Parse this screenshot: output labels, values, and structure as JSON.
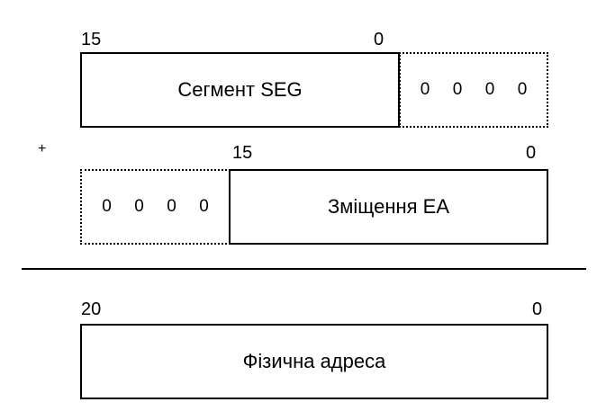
{
  "segment": {
    "bit_high": "15",
    "bit_low": "0",
    "label": "Сегмент SEG",
    "shift_zeros": [
      "0",
      "0",
      "0",
      "0"
    ]
  },
  "plus_sign": "+",
  "offset": {
    "bit_high": "15",
    "bit_low": "0",
    "label": "Зміщення EA",
    "prefix_zeros": [
      "0",
      "0",
      "0",
      "0"
    ]
  },
  "physical": {
    "bit_high": "20",
    "bit_low": "0",
    "label": "Фізична адреса"
  }
}
